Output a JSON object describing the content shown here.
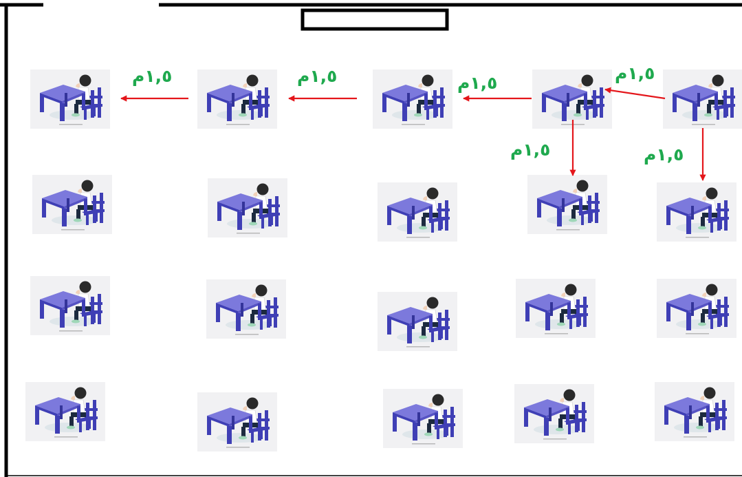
{
  "colors": {
    "wall": "#000000",
    "arrow": "#e4161b",
    "label": "#1fa94e",
    "desk_top": "#7c79dc",
    "desk_leg": "#3f3fb5",
    "chair": "#3f3fb5",
    "card_bg": "#f1f1f3"
  },
  "board": {
    "label": ""
  },
  "distance_label": "١,٥م",
  "grid": {
    "rows": 4,
    "cols": 5
  },
  "spacing_annotations": [
    {
      "between": [
        [
          0,
          4
        ],
        [
          0,
          3
        ]
      ],
      "direction": "horizontal",
      "text": "١,٥م"
    },
    {
      "between": [
        [
          0,
          3
        ],
        [
          0,
          2
        ]
      ],
      "direction": "horizontal",
      "text": "١,٥م"
    },
    {
      "between": [
        [
          0,
          2
        ],
        [
          0,
          1
        ]
      ],
      "direction": "horizontal",
      "text": "١,٥م"
    },
    {
      "between": [
        [
          0,
          1
        ],
        [
          0,
          0
        ]
      ],
      "direction": "horizontal",
      "text": "١,٥م"
    },
    {
      "between": [
        [
          0,
          3
        ],
        [
          1,
          3
        ]
      ],
      "direction": "vertical",
      "text": "١,٥م"
    },
    {
      "between": [
        [
          0,
          4
        ],
        [
          1,
          4
        ]
      ],
      "direction": "vertical",
      "text": "١,٥م"
    }
  ],
  "icons": {
    "desk": "student-at-desk-icon",
    "arrow": "red-arrow-icon"
  }
}
